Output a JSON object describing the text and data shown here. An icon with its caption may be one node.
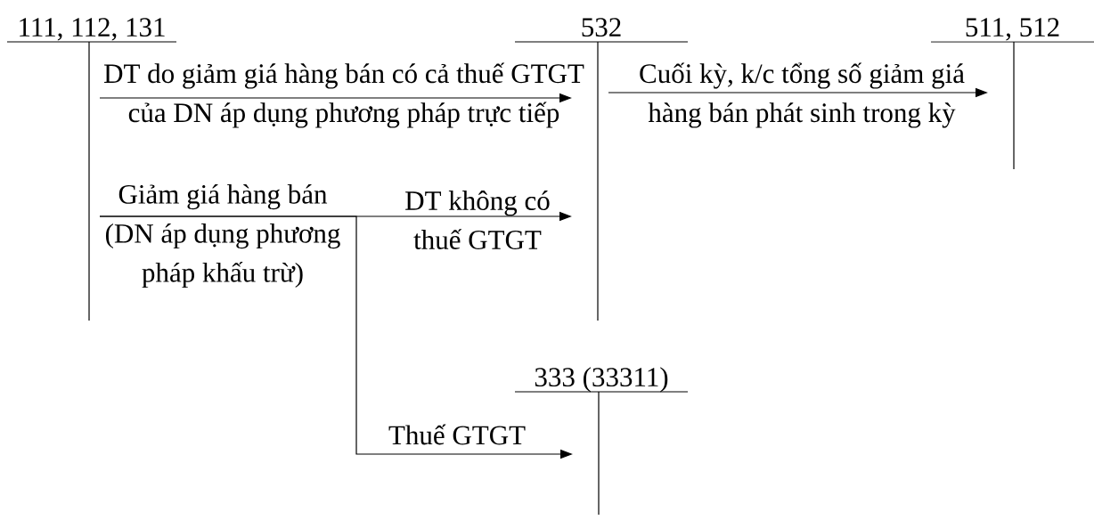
{
  "diagram": {
    "nodes": [
      {
        "text": [
          "111, 112, 131"
        ]
      },
      {
        "text": [
          "532"
        ]
      },
      {
        "text": [
          "511, 512"
        ]
      },
      {
        "text": [
          "333 (33311)"
        ]
      }
    ],
    "edges": [
      {
        "from": 0,
        "to": 1,
        "arrow": "to",
        "label": "DT do giảm giá hàng bán có cả thuế GTGT của DN áp dụng phương pháp trực tiếp"
      },
      {
        "from": 1,
        "to": 2,
        "arrow": "to",
        "label": "Cuối kỳ, k/c tổng số giảm giá hàng bán phát sinh trong kỳ"
      },
      {
        "from": 0,
        "to": 1,
        "arrow": "to",
        "label": "DT không có thuế GTGT"
      },
      {
        "from": 0,
        "to": 3,
        "arrow": "to",
        "label": "Thuế GTGT"
      }
    ],
    "labels": [
      "Giảm giá hàng bán (DN áp dụng phương pháp khấu trừ)"
    ]
  }
}
